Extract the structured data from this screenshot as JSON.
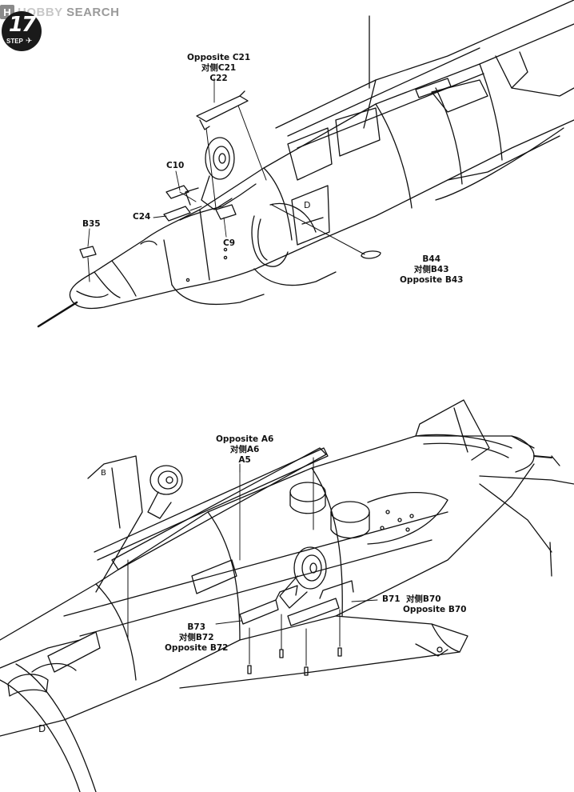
{
  "watermark": {
    "logo": "H",
    "brand": "HOBBY",
    "text": "SEARCH"
  },
  "step": {
    "number": "17",
    "label": "STEP"
  },
  "colors": {
    "ink": "#111111",
    "paper": "#ffffff",
    "watermark": "#9a9a9a"
  },
  "top_callouts": {
    "c21": {
      "en": "Opposite C21",
      "cn": "对侧C21",
      "part": "C22"
    },
    "c10": "C10",
    "c24": "C24",
    "c9": "C9",
    "b35": "B35",
    "b44": {
      "part": "B44",
      "cn": "对侧B43",
      "en": "Opposite B43"
    }
  },
  "bottom_callouts": {
    "a6": {
      "en": "Opposite A6",
      "cn": "对侧A6",
      "part": "A5"
    },
    "b71": {
      "part": "B71",
      "cn": "对侧B70",
      "en": "Opposite B70"
    },
    "b73": {
      "part": "B73",
      "cn": "对侧B72",
      "en": "Opposite B72"
    }
  },
  "fuselage_marks": {
    "top": "D",
    "bottom": "D",
    "tail": "B"
  }
}
